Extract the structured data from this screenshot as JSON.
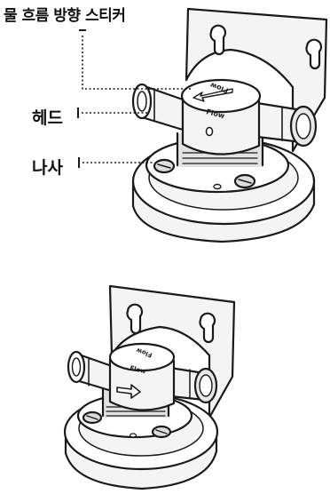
{
  "labels": {
    "sticker": "물 흐름 방향 스티커",
    "head": "헤드",
    "screw": "나사"
  },
  "stickers": {
    "top_text": "Flow",
    "bottom_text": "Flow"
  },
  "colors": {
    "line": "#1a1a1a",
    "body_light": "#f4f4f4",
    "body_mid": "#e2e2e2",
    "body_dark": "#c8c8c8",
    "background": "#ffffff"
  },
  "icons": {
    "arrow": "flow-arrow-icon"
  }
}
